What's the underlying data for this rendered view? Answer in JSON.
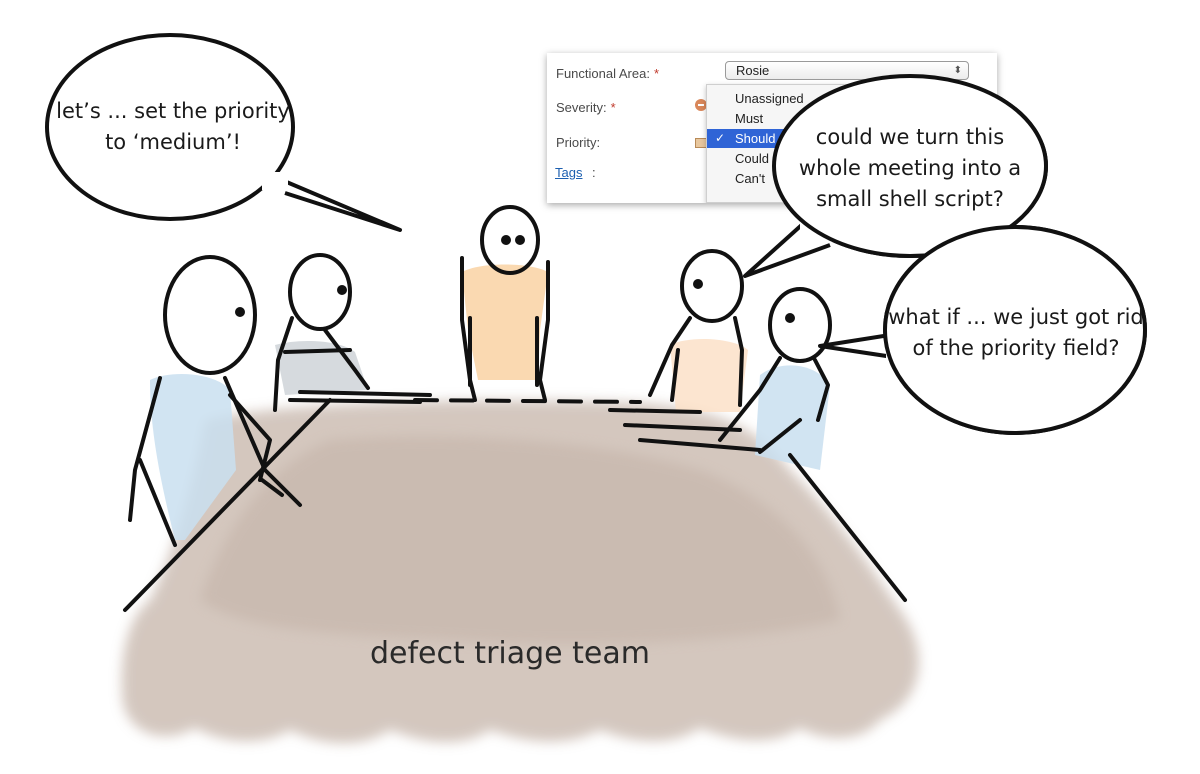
{
  "form": {
    "functional_area_label": "Functional Area:",
    "functional_area_value": "Rosie",
    "severity_label": "Severity:",
    "priority_label": "Priority:",
    "required_marker": "*",
    "tags_label": "Tags",
    "tags_colon": ":",
    "priority_options": [
      "Unassigned",
      "Must",
      "Should",
      "Could",
      "Can't"
    ],
    "selected_option": "Should"
  },
  "bubbles": {
    "left": "let’s ... set the priority\nto ‘medium’!",
    "right_top": "could we turn this\nwhole meeting into a\nsmall shell script?",
    "right_bottom": "what if ... we just got rid\nof the priority field?"
  },
  "caption": "defect triage team",
  "colors": {
    "table": "#c8b8ad",
    "shirt_blue": "#c9dff0",
    "shirt_orange": "#f9d5a8",
    "shirt_peach": "#fbe0c8",
    "shirt_grey": "#cfd4d8",
    "selection_blue": "#2f64d6",
    "required_red": "#c0392b",
    "link_blue": "#1c5fb0"
  }
}
